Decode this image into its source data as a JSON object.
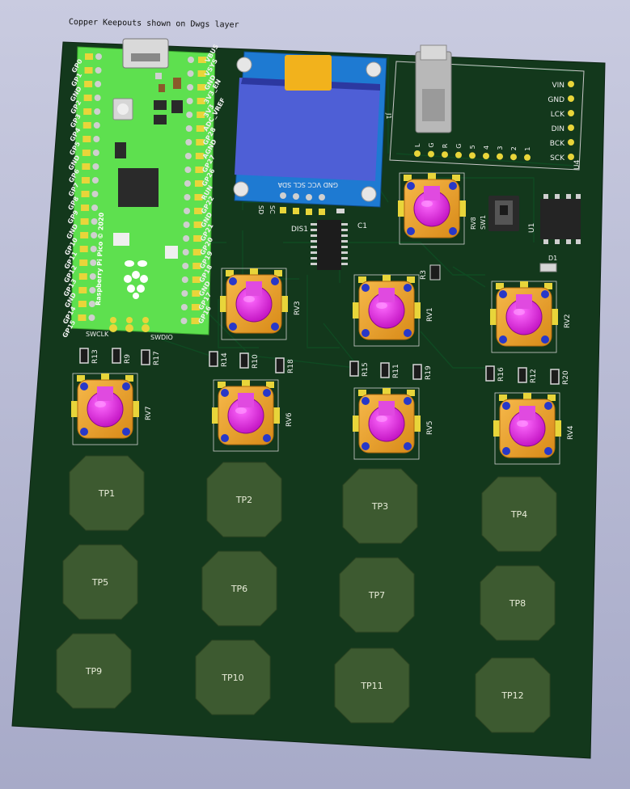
{
  "note": "Copper Keepouts shown on Dwgs layer",
  "pico": {
    "left_pins": [
      "GP0",
      "GP1",
      "GND",
      "GP2",
      "GP3",
      "GP4",
      "GP5",
      "GND",
      "GP6",
      "GP7",
      "GP8",
      "GP9",
      "GND",
      "GP10",
      "GP11",
      "GP12",
      "GP13",
      "GND",
      "GP14",
      "GP15"
    ],
    "right_pins": [
      "VBUS",
      "VSYS",
      "GND",
      "3V3_EN",
      "3V3",
      "ADC_VREF",
      "GP28",
      "AGND",
      "GP27",
      "GP26",
      "RUN",
      "GP22",
      "GND",
      "GP21",
      "GP20",
      "GP19",
      "GP18",
      "GND",
      "GP17",
      "GP16"
    ],
    "brand": "Raspberry Pi Pico © 2020",
    "swclk": "SWCLK",
    "swdio": "SWDIO"
  },
  "display": {
    "pins": "GND VCC SCL SDA",
    "sd_label": "SD",
    "sc_label": "SC",
    "ref": "DIS1",
    "j_label": "J1"
  },
  "ic": {
    "c1": "C1"
  },
  "audio": {
    "pins": [
      "L",
      "G",
      "R",
      "G",
      "5",
      "4",
      "3",
      "2",
      "1"
    ],
    "right_labels": [
      "VIN",
      "GND",
      "LCK",
      "DIN",
      "BCK",
      "SCK"
    ],
    "ref": "U4"
  },
  "misc": {
    "rv8": "RV8",
    "sw1": "SW1",
    "u1": "U1",
    "d1": "D1",
    "r3": "R3"
  },
  "pots": [
    "RV1",
    "RV2",
    "RV3",
    "RV4",
    "RV5",
    "RV6",
    "RV7"
  ],
  "resistors": [
    "R13",
    "R9",
    "R17",
    "R14",
    "R10",
    "R18",
    "R15",
    "R11",
    "R19",
    "R16",
    "R12",
    "R20"
  ],
  "touchpads": [
    "TP1",
    "TP2",
    "TP3",
    "TP4",
    "TP5",
    "TP6",
    "TP7",
    "TP8",
    "TP9",
    "TP10",
    "TP11",
    "TP12"
  ]
}
